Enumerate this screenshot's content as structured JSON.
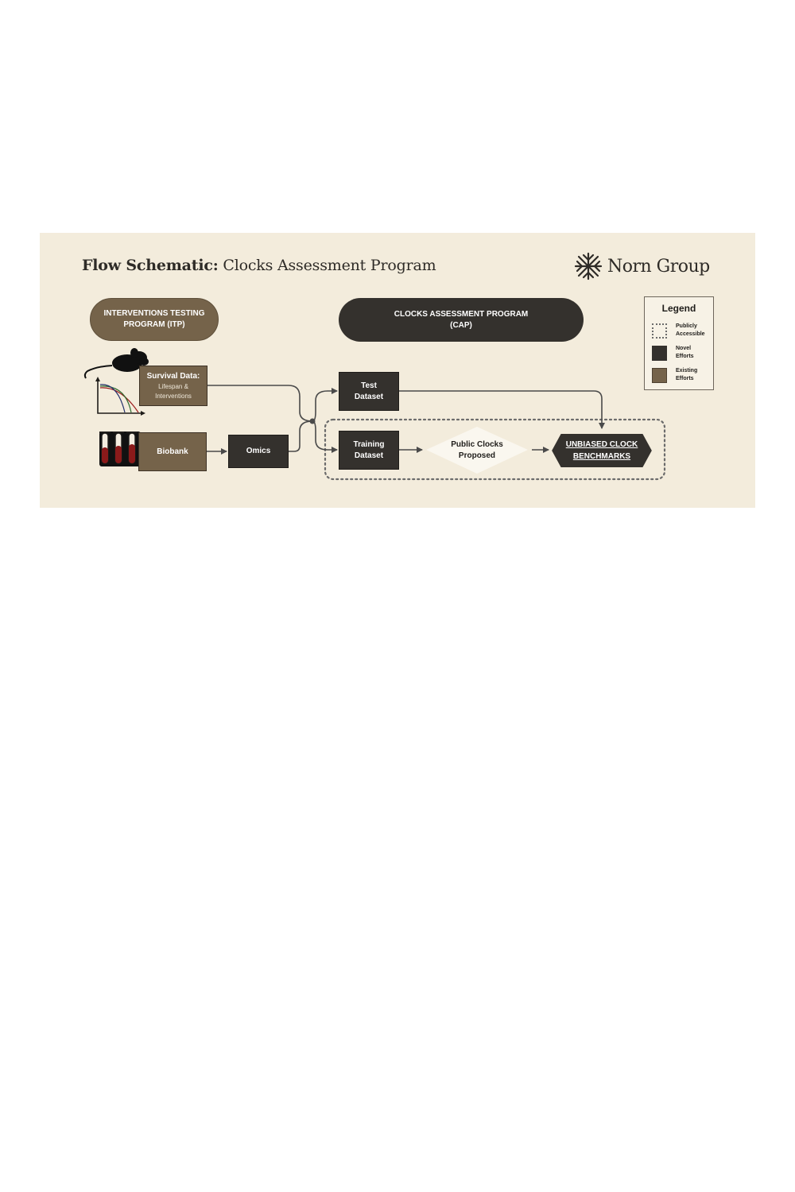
{
  "header": {
    "title_bold": "Flow Schematic:",
    "title_rest": "Clocks Assessment Program",
    "brand": "Norn Group",
    "brand_icon": "norn-knot-icon"
  },
  "programs": {
    "itp": "INTERVENTIONS TESTING\nPROGRAM (ITP)",
    "cap": "CLOCKS ASSESSMENT PROGRAM\n(CAP)"
  },
  "legend": {
    "title": "Legend",
    "items": [
      {
        "label": "Publicly\nAccessible",
        "style": "dotted-border"
      },
      {
        "label": "Novel\nEfforts",
        "color": "#34312d"
      },
      {
        "label": "Existing\nEfforts",
        "color": "#75634a"
      }
    ]
  },
  "nodes": {
    "survival_title": "Survival Data:",
    "survival_sub": "Lifespan &\nInterventions",
    "biobank": "Biobank",
    "omics": "Omics",
    "test_dataset": "Test\nDataset",
    "training_dataset": "Training\nDataset",
    "public_clocks": "Public Clocks\nProposed",
    "benchmarks": "UNBIASED CLOCK\nBENCHMARKS"
  },
  "icons": [
    "mouse-silhouette-icon",
    "survival-curve-icon",
    "blood-tubes-icon"
  ],
  "colors": {
    "background": "#f3ecdc",
    "existing_efforts": "#75634a",
    "novel_efforts": "#34312d",
    "blood": "#8b1a1a"
  }
}
